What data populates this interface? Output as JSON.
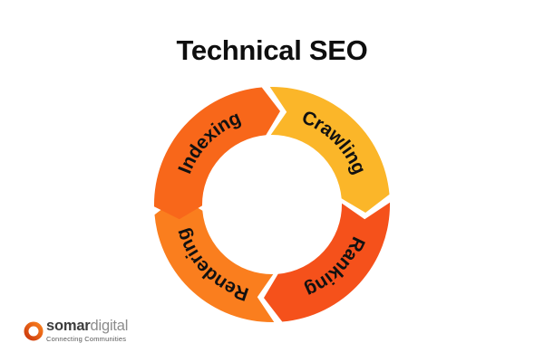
{
  "title": "Technical SEO",
  "diagram": {
    "type": "cycle",
    "flow_direction": "clockwise",
    "segments": [
      {
        "label": "Crawling",
        "color": "#FBB629"
      },
      {
        "label": "Ranking",
        "color": "#F5511B"
      },
      {
        "label": "Rendering",
        "color": "#FA7E1E"
      },
      {
        "label": "Indexing",
        "color": "#F8671A"
      }
    ],
    "label_color": "#111111"
  },
  "footer_logo": {
    "brand_bold": "somar",
    "brand_light": "digital",
    "tagline": "Connecting Communities",
    "ring_gradient": [
      "#CC3A0E",
      "#F97E1C"
    ]
  }
}
